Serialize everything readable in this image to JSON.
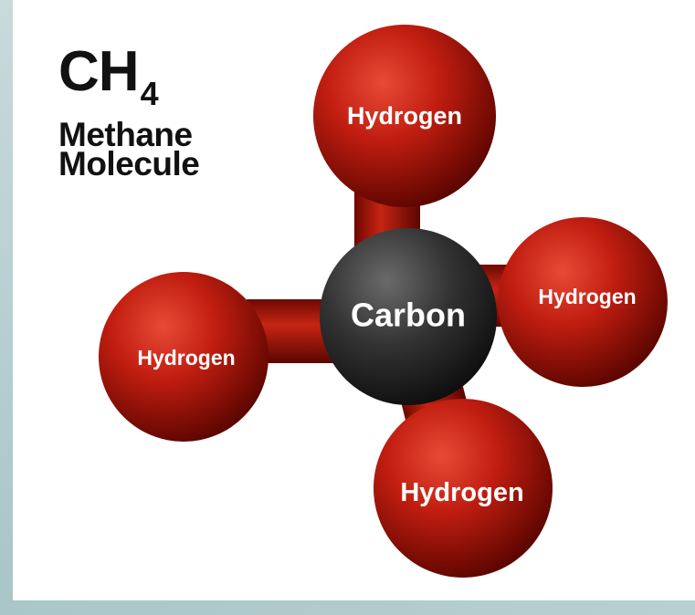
{
  "title": {
    "formula_main": "CH",
    "formula_subscript": "4",
    "name_line1": "Methane",
    "name_line2": "Molecule"
  },
  "atoms": {
    "center": "Carbon",
    "top": "Hydrogen",
    "right": "Hydrogen",
    "left": "Hydrogen",
    "bottom": "Hydrogen"
  },
  "colors": {
    "hydrogen": "#c31d10",
    "carbon": "#333333",
    "background": "#ffffff"
  }
}
